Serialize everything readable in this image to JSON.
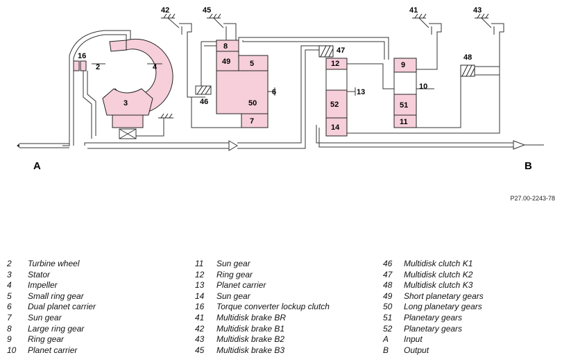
{
  "diagram": {
    "input_label": "A",
    "output_label": "B",
    "component_labels": {
      "c2": "2",
      "c3": "3",
      "c4": "4",
      "c5": "5",
      "c6": "6",
      "c7": "7",
      "c8": "8",
      "c9": "9",
      "c10": "10",
      "c11": "11",
      "c12": "12",
      "c13": "13",
      "c14": "14",
      "c16": "16",
      "c41": "41",
      "c42": "42",
      "c43": "43",
      "c45": "45",
      "c46": "46",
      "c47": "47",
      "c48": "48",
      "c49": "49",
      "c50": "50",
      "c51": "51",
      "c52": "52"
    }
  },
  "doc_ref": "P27.00-2243-78",
  "legend": {
    "col1": [
      {
        "num": "2",
        "text": "Turbine wheel"
      },
      {
        "num": "3",
        "text": "Stator"
      },
      {
        "num": "4",
        "text": "Impeller"
      },
      {
        "num": "5",
        "text": "Small ring gear"
      },
      {
        "num": "6",
        "text": "Dual planet carrier"
      },
      {
        "num": "7",
        "text": "Sun gear"
      },
      {
        "num": "8",
        "text": "Large ring gear"
      },
      {
        "num": "9",
        "text": "Ring gear"
      },
      {
        "num": "10",
        "text": "Planet carrier"
      }
    ],
    "col2": [
      {
        "num": "11",
        "text": "Sun gear"
      },
      {
        "num": "12",
        "text": "Ring gear"
      },
      {
        "num": "13",
        "text": "Planet carrier"
      },
      {
        "num": "14",
        "text": "Sun gear"
      },
      {
        "num": "16",
        "text": "Torque converter lockup clutch"
      },
      {
        "num": "41",
        "text": "Multidisk brake BR"
      },
      {
        "num": "42",
        "text": "Multidisk brake B1"
      },
      {
        "num": "43",
        "text": "Multidisk brake B2"
      },
      {
        "num": "45",
        "text": "Multidisk brake B3"
      }
    ],
    "col3": [
      {
        "num": "46",
        "text": "Multidisk clutch K1"
      },
      {
        "num": "47",
        "text": "Multidisk clutch K2"
      },
      {
        "num": "48",
        "text": "Multidisk clutch K3"
      },
      {
        "num": "49",
        "text": "Short planetary gears"
      },
      {
        "num": "50",
        "text": "Long planetary gears"
      },
      {
        "num": "51",
        "text": "Planetary gears"
      },
      {
        "num": "52",
        "text": "Planetary gears"
      },
      {
        "num": "A",
        "text": "Input"
      },
      {
        "num": "B",
        "text": "Output"
      }
    ]
  }
}
